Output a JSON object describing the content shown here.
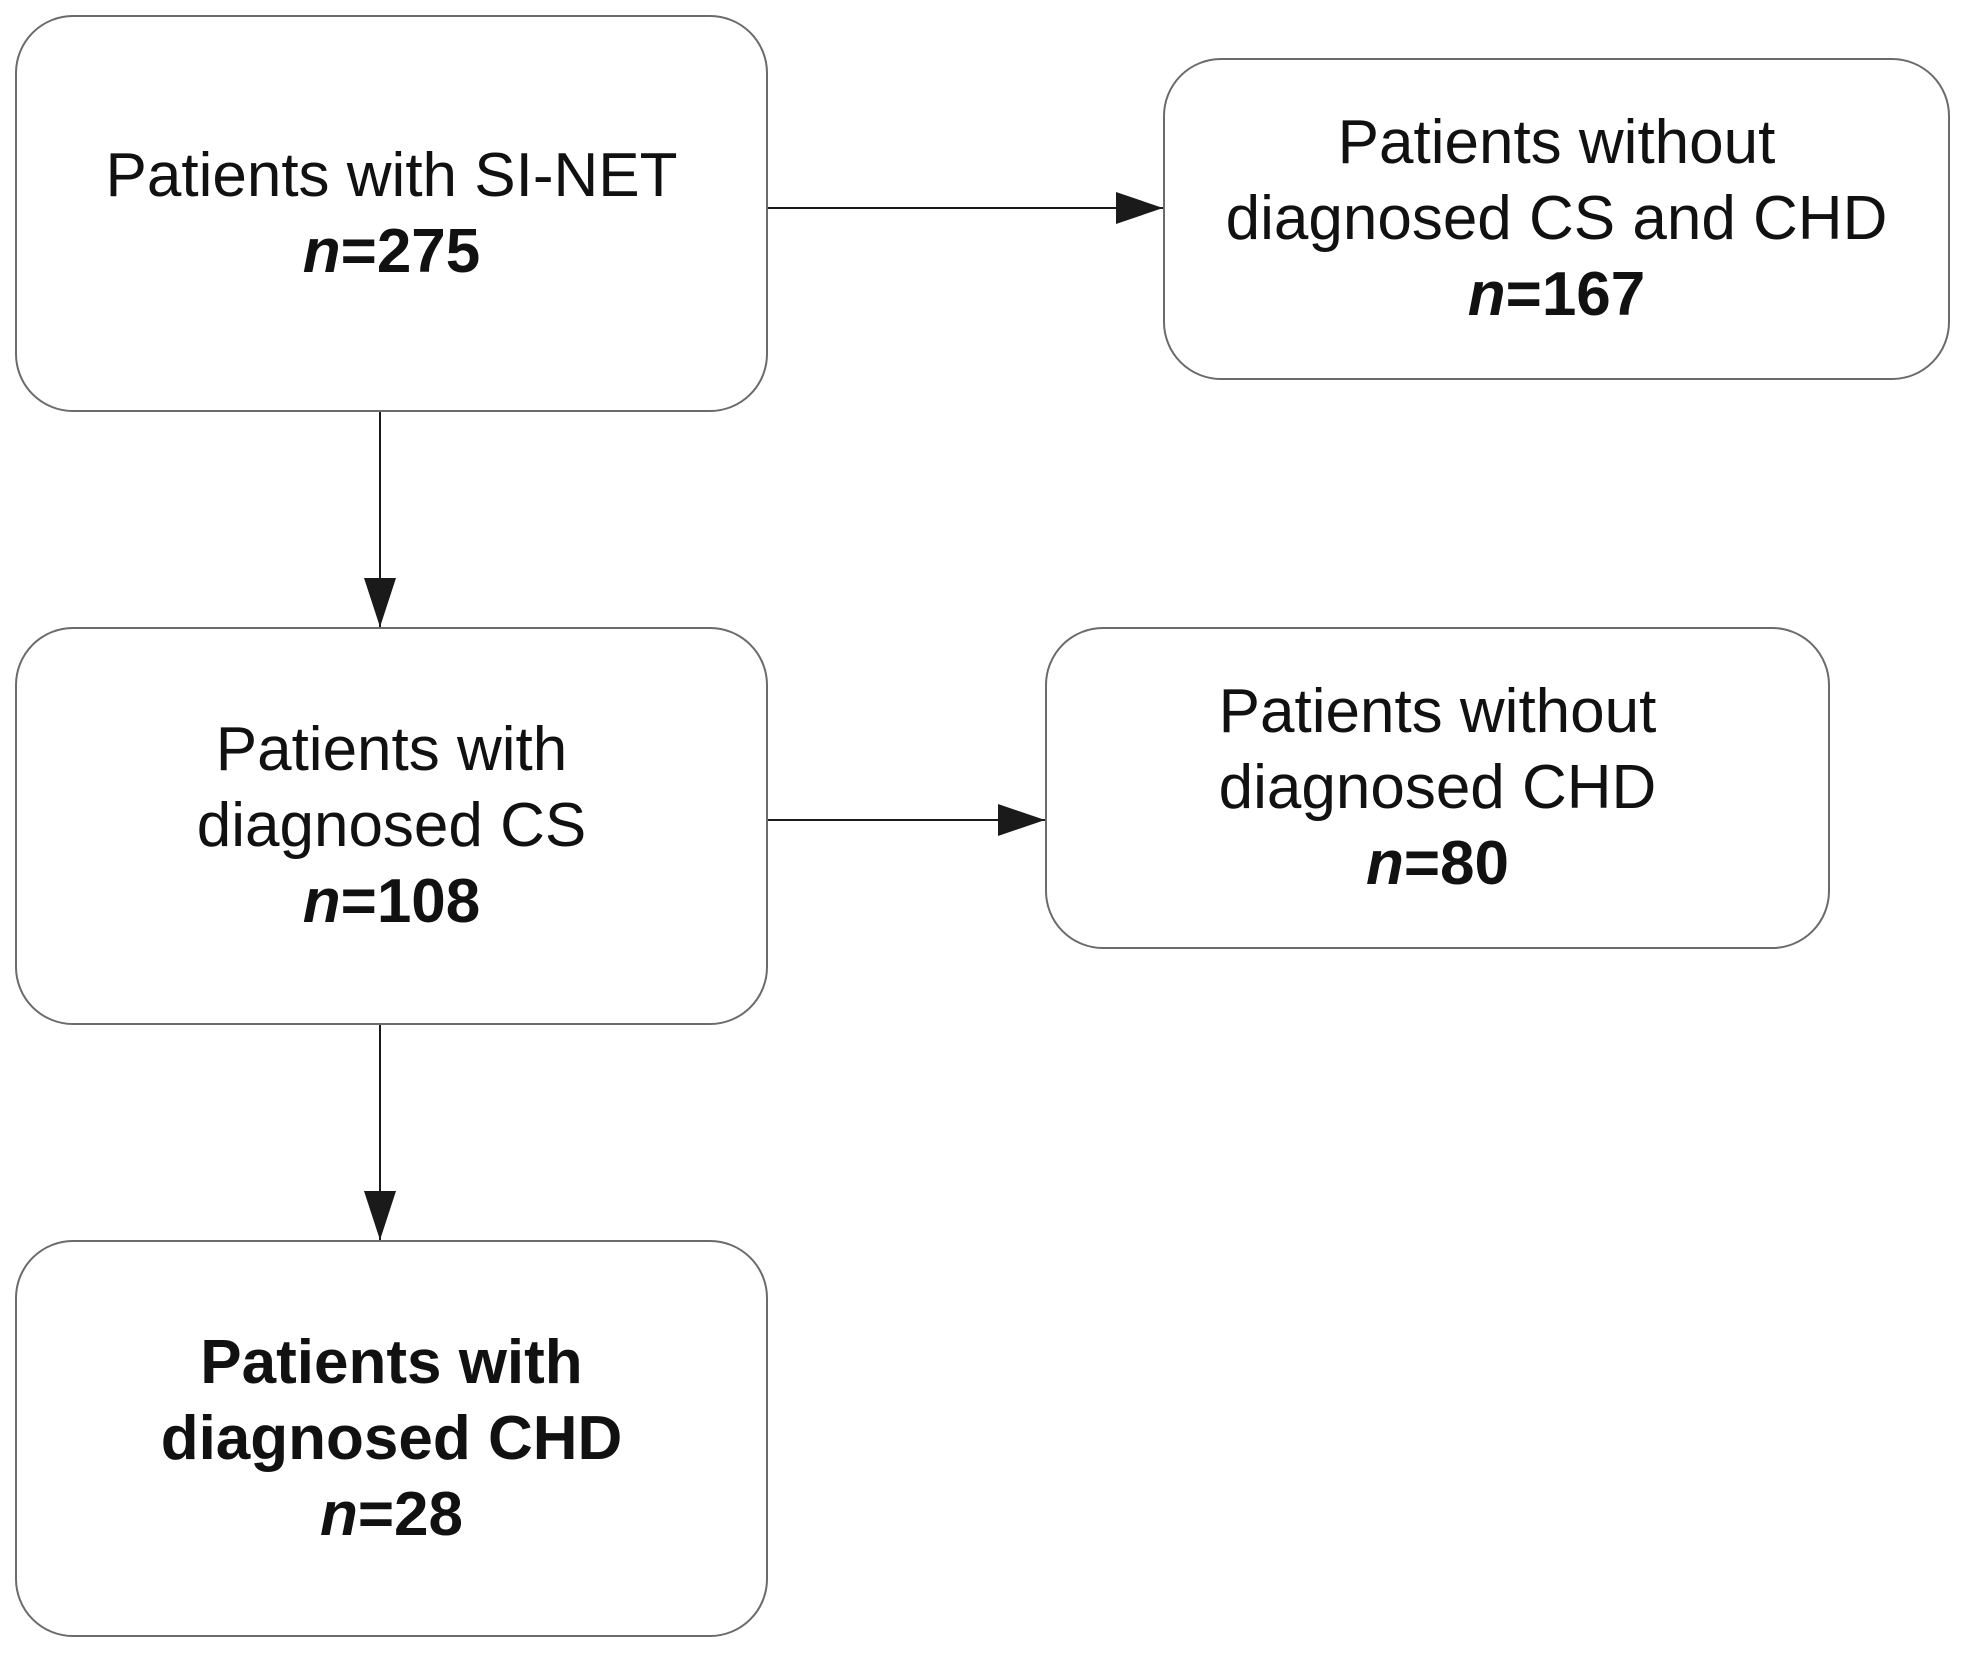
{
  "nodes": {
    "all": {
      "lines": [
        "Patients with SI-NET"
      ],
      "n_prefix": "n",
      "n_value": "=275"
    },
    "no_cs": {
      "lines": [
        "Patients without",
        "diagnosed CS and CHD"
      ],
      "n_prefix": "n",
      "n_value": "=167"
    },
    "cs": {
      "lines": [
        "Patients with",
        "diagnosed CS"
      ],
      "n_prefix": "n",
      "n_value": "=108"
    },
    "no_chd": {
      "lines": [
        "Patients without",
        "diagnosed CHD"
      ],
      "n_prefix": "n",
      "n_value": "=80"
    },
    "chd": {
      "lines": [
        "Patients with",
        "diagnosed CHD"
      ],
      "n_prefix": "n",
      "n_value": "=28"
    }
  },
  "edges": [
    {
      "from": "all",
      "to": "no_cs"
    },
    {
      "from": "all",
      "to": "cs"
    },
    {
      "from": "cs",
      "to": "no_chd"
    },
    {
      "from": "cs",
      "to": "chd"
    }
  ],
  "colors": {
    "box_border": "#6b6b6b",
    "arrow": "#1a1a1a",
    "text": "#111111"
  }
}
